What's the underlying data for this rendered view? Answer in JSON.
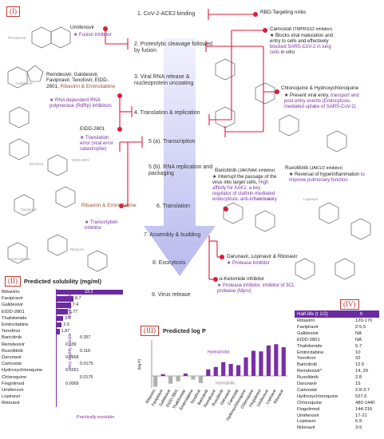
{
  "panels": {
    "i": "(I)",
    "ii": "(II)",
    "iii": "(III)",
    "iv": "(IV)"
  },
  "steps": [
    "1. CoV-2-ACE2 binding",
    "2. Proteolytic cleavage followed by fusion",
    "3. Viral RNA release & nucleoprotein uncoating",
    "4. Translation & replication",
    "5 (a). Transcription",
    "5 (b). RNA replication and packaging",
    "6. Translation",
    "7. Assembly & budding",
    "8. Exocytosis",
    "9. Virus release"
  ],
  "left": {
    "umifenovir": "Umifenovir",
    "umifenovir_note": "Fusion inhibitor",
    "rdrp_drugs": "Remdesivir, Galidesivir, Favipiravir, Tenofovir, EIDD-2801,",
    "rdrp_drugs_colored": "Ribavirin & Emtricitabine",
    "rdrp_note": "RNA dependent RNA polymerase (RdRp) inhibitors",
    "eidd": "EIDD-2801",
    "eidd_note": "Translation error (viral error catastrophe)",
    "riba_emtri": "Ribavirin & Emtricitabine",
    "riba_note": "Transcription inhibitor"
  },
  "right": {
    "rbd": "RBD-Targeting nAbs",
    "camostat": "Camostat",
    "camostat_target": "(TMPRSS2 inhibitor)",
    "camostat_note1": "Blocks viral maturation and entry to cells and effectively",
    "camostat_note2": "blocked SARS-CoV-2 in lung cells",
    "camostat_note3": "in vitro",
    "chloro": "Chloroquine & Hydroxychloroquine",
    "chloro_note1": "Prevent viral entry,",
    "chloro_note2": "transport and post-entry events (Endocytosis-mediated uptake of SARS-CoV-2)",
    "bari": "Baricitinib",
    "bari_target": "(JAK/NAK inhibitor)",
    "bari_note1": "Interrupt the passage of the virus into target cells,",
    "bari_note2": "High affinity for AAK1; a key regulator of clathrin-mediated endocytosis, anti-inflammatory",
    "ruxo": "Ruxolitinib",
    "ruxo_target": "(JAK1/2 inhibitor)",
    "ruxo_note1": "Reversal of hyperinflammation",
    "ruxo_note2": "to improve pulmonary function",
    "daru": "Darunavir, Lopinavir & Ritonavir",
    "daru_note": "Protease inhibitor",
    "keto": "α-Ketomide inhibitor",
    "keto_note": "Protease inhibitor, inhibitor of 3CL protease (Mpro)"
  },
  "struct_labels": {
    "remdesivir": "Remdesivir",
    "galidesivir": "Galidesivir",
    "tenofovir": "Tenofovir",
    "eidd2801": "EIDD-2801",
    "favipiravir": "Favipiravir",
    "emtricitabine": "Emtricitabine",
    "ribavirin": "Ribavirin",
    "darunavir": "Darunavir",
    "lopinavir": "Lopinavir"
  },
  "solubility": {
    "title": "Predicted solubility (mg/ml)",
    "labels": {
      "slightly": "Slightly soluble",
      "very_slightly": "Very slightly soluble",
      "insoluble": "Practically insoluble"
    },
    "rows": [
      {
        "name": "Ribavirin",
        "value": 33.2,
        "label": "33.2"
      },
      {
        "name": "Favipiravir",
        "value": 8.7,
        "label": "8.7"
      },
      {
        "name": "Galidesivir",
        "value": 7.4,
        "label": "7.4"
      },
      {
        "name": "EIDD-2801",
        "value": 5.77,
        "label": "5.77"
      },
      {
        "name": "Thalidomide",
        "value": 3.6,
        "label": "3.6"
      },
      {
        "name": "Emtricitabine",
        "value": 2.9,
        "label": "2.9"
      },
      {
        "name": "Tenofovir",
        "value": 1.87,
        "label": "1.87"
      },
      {
        "name": "Baricitinib",
        "value": 0.357,
        "label": "0.357"
      },
      {
        "name": "Remdesivir",
        "value": 0.339,
        "label": "0.339"
      },
      {
        "name": "Ruxolitinib",
        "value": 0.116,
        "label": "0.116"
      },
      {
        "name": "Darunavir",
        "value": 0.0668,
        "label": "0.0668"
      },
      {
        "name": "Camostat",
        "value": 0.0175,
        "label": "0.0175"
      },
      {
        "name": "Hydroxychloroquine",
        "value": 0.0261,
        "label": "0.0261"
      },
      {
        "name": "Chloroquine",
        "value": 0.0175,
        "label": "0.0175"
      },
      {
        "name": "Fingolimod",
        "value": 0.0069,
        "label": "0.0069"
      },
      {
        "name": "Umifenovir",
        "value": 0,
        "label": ""
      },
      {
        "name": "Lopinavir",
        "value": 0,
        "label": ""
      },
      {
        "name": "Ritonavir",
        "value": 0,
        "label": ""
      }
    ]
  },
  "chart_data": {
    "type": "bar",
    "title": "Predicted log P",
    "ylabel": "(log P)",
    "annotations": [
      "Hydrophobic",
      "Hydrophilic"
    ],
    "ylim": [
      -2,
      6
    ],
    "categories": [
      "Ribavirin",
      "Favipiravir",
      "Galidesivir",
      "EIDD-2801",
      "Thalidomide",
      "Emtricitabine",
      "Tenofovir",
      "Baricitinib",
      "Remdesivir",
      "Ruxolitinib",
      "Darunavir",
      "Camostat",
      "Hydroxychloroquine",
      "Chloroquine",
      "Fingolimod",
      "Umifenovir",
      "Lopinavir",
      "Ritonavir"
    ],
    "values": [
      -1.8,
      0.3,
      -1.3,
      -0.9,
      0.4,
      -0.6,
      -1.2,
      1.1,
      1.5,
      2.3,
      2.0,
      1.8,
      3.1,
      4.2,
      4.1,
      5.1,
      5.3,
      4.8
    ],
    "colors": {
      "positive": "#7b2fa6",
      "negative": "#b0b0b0"
    }
  },
  "halflife": {
    "header_name": "Half-life (t 1/2)",
    "header_unit": "h",
    "rows": [
      {
        "name": "Ribavirin",
        "value": "120-170"
      },
      {
        "name": "Favipiravir",
        "value": "2-5.5"
      },
      {
        "name": "Galidesivir",
        "value": "NA"
      },
      {
        "name": "EIDD-2801",
        "value": "NA"
      },
      {
        "name": "Thalidomide",
        "value": "5-7"
      },
      {
        "name": "Emtricitabine",
        "value": "10"
      },
      {
        "name": "Tenofovir",
        "value": "32"
      },
      {
        "name": "Baricitinib",
        "value": "12.5"
      },
      {
        "name": "Remdesivir*",
        "value": "14, 20"
      },
      {
        "name": "Ruxolitinib",
        "value": "2.8"
      },
      {
        "name": "Darunavir",
        "value": "15"
      },
      {
        "name": "Camostat",
        "value": "2.8-3.7"
      },
      {
        "name": "Hydroxychloroquine",
        "value": "537.6"
      },
      {
        "name": "Chloroquine",
        "value": "480-1440"
      },
      {
        "name": "Fingolimod",
        "value": "144-216"
      },
      {
        "name": "Umifenovir",
        "value": "17-21"
      },
      {
        "name": "Lopinavir",
        "value": "6.9"
      },
      {
        "name": "Ritonavir",
        "value": "3-5"
      }
    ]
  }
}
